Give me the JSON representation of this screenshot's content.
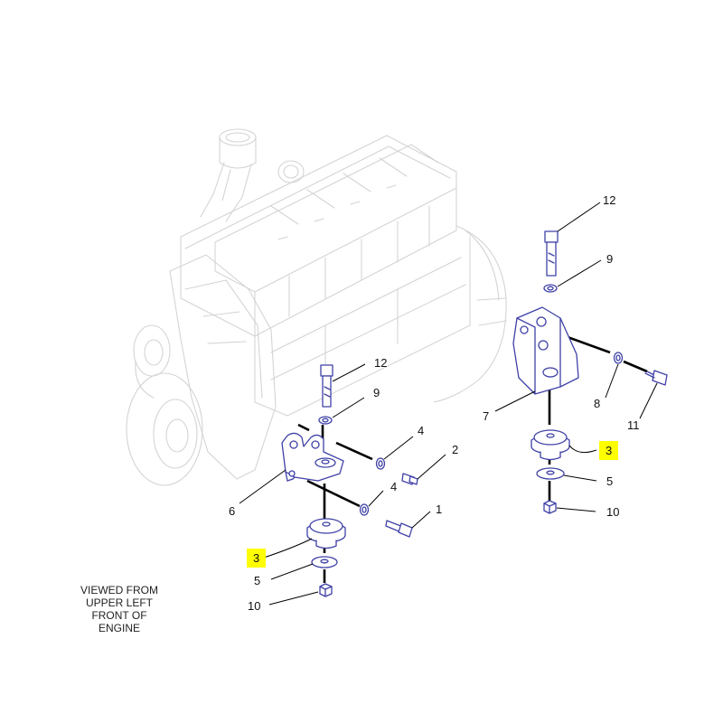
{
  "caption": [
    "VIEWED FROM",
    "UPPER LEFT",
    "FRONT OF",
    "ENGINE"
  ],
  "callouts": {
    "c12_right": "12",
    "c9_right": "9",
    "c8": "8",
    "c11": "11",
    "c7": "7",
    "c3_right": "3",
    "c5_right": "5",
    "c10_right": "10",
    "c12_left": "12",
    "c9_left": "9",
    "c4_upper": "4",
    "c2": "2",
    "c4_lower": "4",
    "c1": "1",
    "c6": "6",
    "c3_left": "3",
    "c5_left": "5",
    "c10_left": "10"
  },
  "colors": {
    "highlight": "#ffff00",
    "part_outline": "#3f41a6",
    "engine_outline": "#d4d4d4",
    "axis_line": "#000000"
  }
}
